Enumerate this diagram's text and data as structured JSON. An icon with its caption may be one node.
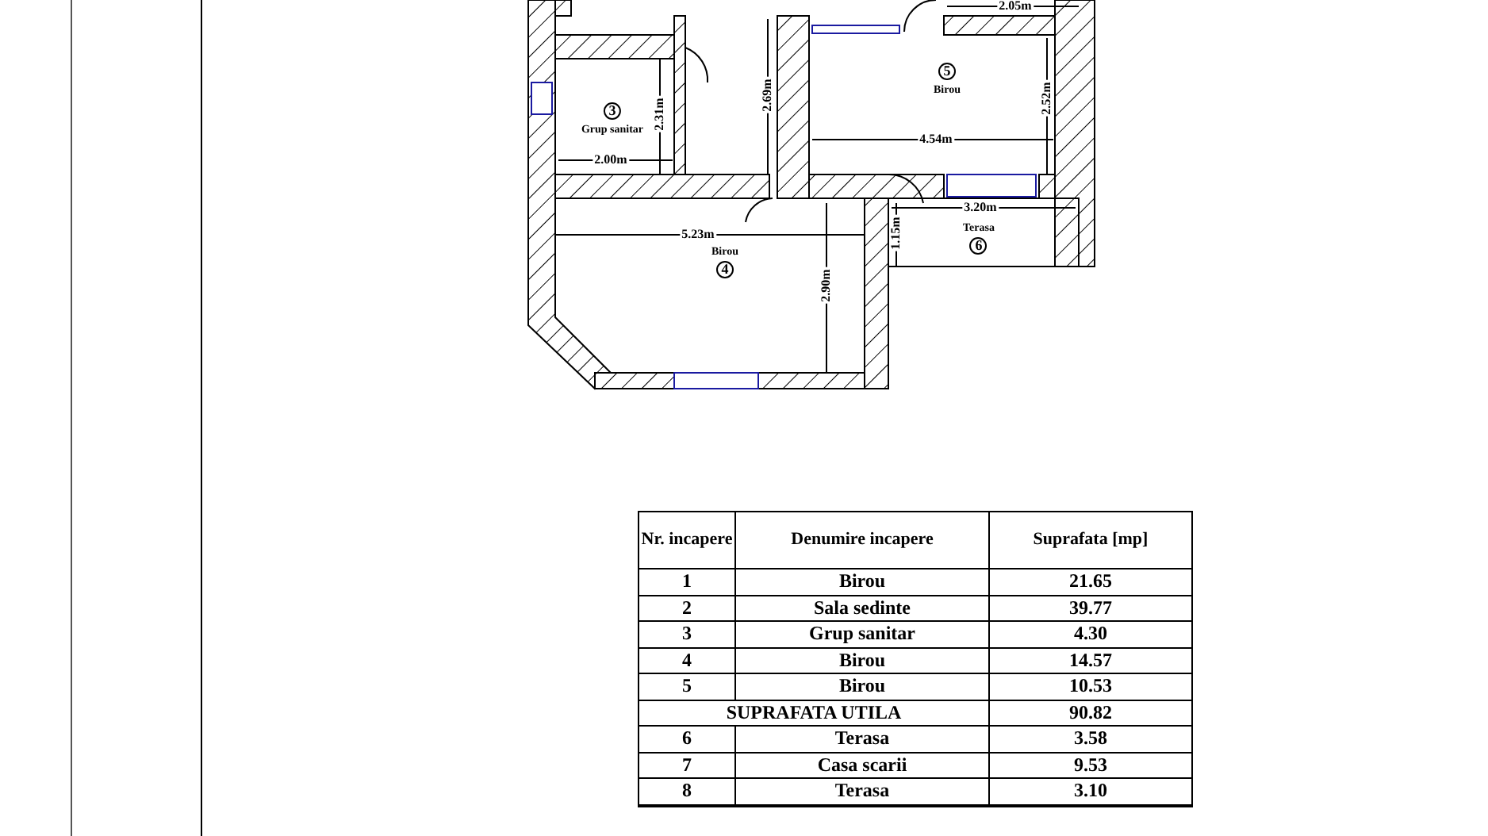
{
  "diagram": {
    "nodes": [
      {
        "text": [
          "3",
          "Grup sanitar"
        ]
      },
      {
        "text": [
          "5",
          "Birou"
        ]
      },
      {
        "text": [
          "Birou",
          "4"
        ]
      },
      {
        "text": [
          "Terasa",
          "6"
        ]
      }
    ],
    "labels": [
      "2.05m",
      "2.31m",
      "2.69m",
      "2.52m",
      "2.00m",
      "4.54m",
      "3.20m",
      "1.15m",
      "5.23m",
      "2.90m",
      "Nr. incapere",
      "Denumire incapere",
      "Suprafata [mp]",
      "1",
      "Birou",
      "21.65",
      "2",
      "Sala sedinte",
      "39.77",
      "3",
      "Grup sanitar",
      "4.30",
      "4",
      "Birou",
      "14.57",
      "5",
      "Birou",
      "10.53",
      "SUPRAFATA UTILA",
      "90.82",
      "6",
      "Terasa",
      "3.58",
      "7",
      "Casa scarii",
      "9.53",
      "8",
      "Terasa",
      "3.10"
    ]
  }
}
